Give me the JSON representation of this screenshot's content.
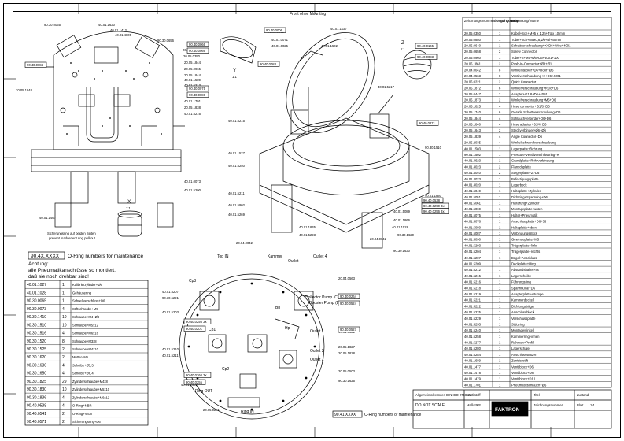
{
  "sheet": {
    "top_center_note": "Front ohne Mounting",
    "note_box_label": "90.4X.XXXX",
    "note_box_text": "O-Ring numbers for maintenance",
    "note_de": "Achtung:",
    "note_de_line2": "alle Pneumatikanschlüsse  so montiert,",
    "note_de_line3": "daß sie noch drehbar sind!",
    "bottom_note_label": "90.41.XXXX",
    "bottom_note_text": "O-Ring numbers of maintenance",
    "safety_caption_1": "Sicherungsring auf beiden Seiten",
    "safety_caption_2": "prevent inadvertent ring pull-out",
    "view_x_label": "X",
    "view_x_scale": "1:1",
    "view_y_label": "Y",
    "view_y_scale": "1:1",
    "view_z_label": "Z",
    "view_z_scale": "1:1",
    "pump_title": "Collector Pump (Cp1 Cp2 Cp3)",
    "pump_subtitle": "Booster Pump (Bp)"
  },
  "table_right": {
    "header_col1": "Zeichnungs-nummer/ Drawingnumber",
    "header_col2": "Menge/ Quantity",
    "header_col3": "Benennung/ Name",
    "rows": [
      [
        "20.05.0350",
        "1",
        "Kabel+Sch+M+5 x 1,25+Tü x 10 mm"
      ],
      [
        "20.05.0880",
        "1",
        "Tubel+Sch+M5x0,8,Ø6+Bl+40mm"
      ],
      [
        "20.05.0640",
        "1",
        "Schottverschraubung+X+D6+Wire+4001"
      ],
      [
        "20.05.0658",
        "2",
        "Screw Connector"
      ],
      [
        "20.05.0960",
        "1",
        "Tubel+S+M5+Ø6+D6+4001+100"
      ],
      [
        "20.05.1861",
        "2",
        "Push-In-Connector+Ø6+Ø1"
      ],
      [
        "20.04.0042",
        "8",
        "Winkelstecker+D6+Rohr+Ø6"
      ],
      [
        "20.04.0563",
        "8",
        "Ventilverschraubung+X+D6+4001"
      ],
      [
        "20.05.0221",
        "2",
        "Quick Connector"
      ],
      [
        "20.05.1872",
        "6",
        "Winkelverschraubung+R1/8+D6"
      ],
      [
        "20.05.0447",
        "2",
        "Adapter+G1/8+D6+4001"
      ],
      [
        "20.05.1873",
        "2",
        "Winkelverschraubung+M5+D6"
      ],
      [
        "20.05.1825",
        "4",
        "Hose connector+G1/8+D6"
      ],
      [
        "20.05.1740",
        "6",
        "Gerade Schottverschraubung+D6"
      ],
      [
        "20.05.1844",
        "4",
        "Schlauchverbinder+D6+D6"
      ],
      [
        "20.05.1840",
        "4",
        "Hose adapter+G1/4+D6"
      ],
      [
        "20.05.1643",
        "2",
        "Steckverbinder+Ø6+Ø6"
      ],
      [
        "20.05.1839",
        "4",
        "Angle Connector+D6"
      ],
      [
        "20.05.2035",
        "4",
        "Winkelschwenkverschraubung"
      ],
      [
        "40.01.1503",
        "1",
        "Lagerplatte+Bohrung"
      ],
      [
        "90.01.1502",
        "1",
        "Pressure-Ventilverschlussring+R"
      ],
      [
        "40.01.4623",
        "1",
        "Grundplatte+Rohrverbindung"
      ],
      [
        "40.01.4023",
        "2",
        "Flanschplatte"
      ],
      [
        "40.01.4040",
        "2",
        "Stegerplatte+Z+D6"
      ],
      [
        "40.01.4023",
        "1",
        "Befestigungsplatte"
      ],
      [
        "40.01.4020",
        "1",
        "Lagerbock"
      ],
      [
        "40.01.5049",
        "1",
        "Halteplatte+Zylinder"
      ],
      [
        "40.01.5051",
        "1",
        "Dichtring+Spannring+D6"
      ],
      [
        "40.01.5061",
        "1",
        "Halterung+Zylinder"
      ],
      [
        "40.01.5069",
        "1",
        "Montageplatte+unten"
      ],
      [
        "40.01.5075",
        "1",
        "Halter+Pneumatik"
      ],
      [
        "40.01.5078",
        "1",
        "Anschlussplatte+D6+36"
      ],
      [
        "40.01.5080",
        "1",
        "Halteplatte+oben"
      ],
      [
        "40.01.5087",
        "1",
        "Verbindungsstück"
      ],
      [
        "40.01.5090",
        "1",
        "Gewindeplatte+M5"
      ],
      [
        "40.01.5203",
        "1",
        "Trägerplatte+links"
      ],
      [
        "40.01.5204",
        "1",
        "Trägerplatte+rechts"
      ],
      [
        "40.01.5207",
        "1",
        "Bügel+Anschluss"
      ],
      [
        "40.01.5209",
        "1",
        "Deckplatte+Ring"
      ],
      [
        "40.01.5212",
        "1",
        "Abstandshalter+4x"
      ],
      [
        "40.01.5215",
        "1",
        "Lagerscheibe"
      ],
      [
        "40.01.5216",
        "1",
        "Führungsring"
      ],
      [
        "40.01.5218",
        "1",
        "Spannhülse+D6"
      ],
      [
        "40.01.5219",
        "1",
        "Adapterplatte+Pumpe"
      ],
      [
        "40.01.5221",
        "1",
        "Kammerdeckel"
      ],
      [
        "40.01.5222",
        "1",
        "Dichtungsträger"
      ],
      [
        "40.01.5225",
        "1",
        "Anschlussblock"
      ],
      [
        "40.01.5229",
        "1",
        "Verschlussplatte"
      ],
      [
        "40.01.5233",
        "1",
        "Stützring"
      ],
      [
        "40.01.5240",
        "1",
        "Montagewinkel"
      ],
      [
        "40.01.5258",
        "1",
        "Kammerring+innen"
      ],
      [
        "40.01.5277",
        "1",
        "Rahmen+Profil"
      ],
      [
        "40.01.5280",
        "1",
        "Lagerschale"
      ],
      [
        "40.01.5284",
        "1",
        "Anschlussstutzen"
      ],
      [
        "40.01.1689",
        "1",
        "Zentrierstift"
      ],
      [
        "40.01.1477",
        "1",
        "Ventilblock+D6"
      ],
      [
        "40.01.1478",
        "1",
        "Ventilblock+D8"
      ],
      [
        "40.01.1479",
        "1",
        "Ventilblock+D10"
      ],
      [
        "40.01.1701",
        "1",
        "Pneumatikschlauch+Ø6"
      ]
    ]
  },
  "table_left": {
    "rows": [
      [
        "40.01.1027",
        "1",
        "Kalibrierzylinder+Ø6"
      ],
      [
        "40.01.1028",
        "1",
        "Gehäusering"
      ],
      [
        "90.30.0065",
        "1",
        "Schnellverschluss+D6"
      ],
      [
        "90.30.0073",
        "4",
        "Stiftschraube+M5"
      ],
      [
        "90.30.1410",
        "10",
        "Schraube+M4+Ø8"
      ],
      [
        "90.30.1510",
        "10",
        "Schraube+M5x12"
      ],
      [
        "90.30.1516",
        "4",
        "Schraube+M6x16"
      ],
      [
        "90.30.1520",
        "8",
        "Schraube+M3x8"
      ],
      [
        "90.30.1525",
        "2",
        "Schraube+M4x10"
      ],
      [
        "90.30.1620",
        "2",
        "Mutter+M5"
      ],
      [
        "90.30.1630",
        "4",
        "Scheibe+Ø5,3"
      ],
      [
        "90.30.1650",
        "4",
        "Scheibe+Ø6,4"
      ],
      [
        "90.30.1825",
        "29",
        "Zylinderschraube+M4x8"
      ],
      [
        "90.30.1830",
        "10",
        "Zylinderschraube+M5x10"
      ],
      [
        "90.30.1836",
        "4",
        "Zylinderschraube+M6x12"
      ],
      [
        "90.40.0538",
        "4",
        "O-Ring+NBR"
      ],
      [
        "90.40.0541",
        "2",
        "O-Ring+Viton"
      ],
      [
        "90.40.0571",
        "2",
        "Sicherungsring+D6"
      ]
    ]
  },
  "title_block": {
    "company": "FAKTRON",
    "no_scale": "DO NOT SCALE",
    "sheet_label": "Blatt",
    "sheet_value": "1/1",
    "title_label": "Titel",
    "drawing_label": "Zeichnungsnummer",
    "state_label": "Zustand",
    "tolerance_note": "Allgemeintoleranzen DIN ISO 2768-mK",
    "material_label": "Werkstoff",
    "scale_label": "Maßstab",
    "scale_value": "1:2"
  },
  "callouts": [
    {
      "id": "c1",
      "text": "90.30.0065"
    },
    {
      "id": "c2",
      "text": "40.01.1630"
    },
    {
      "id": "c3",
      "text": "40.01.1412"
    },
    {
      "id": "c4",
      "text": "40.01.4805"
    },
    {
      "id": "c5",
      "text": "90.30.0656"
    },
    {
      "id": "c6",
      "text": "20.05.1860"
    },
    {
      "id": "c7",
      "text": "20.05.0350"
    },
    {
      "id": "c8",
      "text": "20.05.1844"
    },
    {
      "id": "c9",
      "text": "20.05.0965"
    },
    {
      "id": "c10",
      "text": "20.05.1844"
    },
    {
      "id": "c11",
      "text": "40.01.1589"
    },
    {
      "id": "c12",
      "text": "40.01.5213"
    },
    {
      "id": "c13",
      "text": "40.01.1701"
    },
    {
      "id": "c14",
      "text": "20.05.1838"
    },
    {
      "id": "c15",
      "text": "40.01.5216"
    },
    {
      "id": "c16",
      "text": "20.05.1848"
    },
    {
      "id": "c17",
      "text": "40.01.0073"
    },
    {
      "id": "c18",
      "text": "40.01.5200"
    },
    {
      "id": "c19",
      "text": "40.01.1467"
    },
    {
      "id": "c20",
      "text": "40.01.0065"
    },
    {
      "id": "c21",
      "text": "40.01.0071"
    },
    {
      "id": "c22",
      "text": "40.01.0025"
    },
    {
      "id": "c23",
      "text": "40.01.1027"
    },
    {
      "id": "c24",
      "text": "40.01.1502"
    },
    {
      "id": "c25",
      "text": "40.01.5217"
    },
    {
      "id": "c26",
      "text": "40.01.5215"
    },
    {
      "id": "c27",
      "text": "40.01.1478"
    },
    {
      "id": "c28",
      "text": "90.30.1510"
    },
    {
      "id": "c29",
      "text": "40.01.1527"
    },
    {
      "id": "c30",
      "text": "40.01.5250"
    },
    {
      "id": "c31",
      "text": "40.01.5211"
    },
    {
      "id": "c32",
      "text": "40.01.5902"
    },
    {
      "id": "c33",
      "text": "40.01.5269"
    },
    {
      "id": "c34",
      "text": "20.04.0042"
    },
    {
      "id": "c35",
      "text": "40.01.1835"
    },
    {
      "id": "c36",
      "text": "40.01.5223"
    },
    {
      "id": "c37",
      "text": "40.01.1830"
    },
    {
      "id": "c38",
      "text": "40.01.5089"
    },
    {
      "id": "c39",
      "text": "40.01.1866"
    },
    {
      "id": "c40",
      "text": "20.04.0042"
    },
    {
      "id": "c41",
      "text": "40.01.1528"
    },
    {
      "id": "c42",
      "text": "90.30.1620"
    },
    {
      "id": "c43",
      "text": "90.30.1630"
    },
    {
      "id": "c44",
      "text": "40.01.5207"
    },
    {
      "id": "c45",
      "text": "90.30.5221"
    },
    {
      "id": "c46",
      "text": "40.01.5203"
    },
    {
      "id": "c47",
      "text": "40.01.5210"
    },
    {
      "id": "c48",
      "text": "40.01.5211"
    },
    {
      "id": "c49",
      "text": "20.04.0563"
    },
    {
      "id": "c50",
      "text": "40.01.0521"
    },
    {
      "id": "c51",
      "text": "20.05.1827"
    },
    {
      "id": "c52",
      "text": "20.05.1828"
    },
    {
      "id": "c53",
      "text": "20.05.0503"
    },
    {
      "id": "c54",
      "text": "90.30.1625"
    },
    {
      "id": "c55",
      "text": "20.05.0231"
    },
    {
      "id": "c56",
      "text": "40.01.1902"
    }
  ],
  "boxed_ids": [
    {
      "id": "b1",
      "text": "90.40.0084"
    },
    {
      "id": "b2",
      "text": "90.40.0006"
    },
    {
      "id": "b3",
      "text": "90.40.0066"
    },
    {
      "id": "b4",
      "text": "90.40.0066"
    },
    {
      "id": "b5",
      "text": "90.40.0083"
    },
    {
      "id": "b6",
      "text": "90.40.0165"
    },
    {
      "id": "b7",
      "text": "90.40.0083"
    },
    {
      "id": "b8",
      "text": "90.40.0075"
    },
    {
      "id": "b9",
      "text": "90.40.0086"
    },
    {
      "id": "b10",
      "text": "90.40.0271"
    },
    {
      "id": "b11",
      "text": "90.40.0538"
    },
    {
      "id": "b12",
      "text": "90.40.0256 3x"
    },
    {
      "id": "b13",
      "text": "90.40.0201"
    },
    {
      "id": "b14",
      "text": "90.40.0260 3x"
    },
    {
      "id": "b15",
      "text": "90.40.0255"
    },
    {
      "id": "b16",
      "text": "90.40.0527"
    },
    {
      "id": "b17",
      "text": "90.40.0290 3x"
    },
    {
      "id": "b18",
      "text": "90.40.0256 3x"
    },
    {
      "id": "b19",
      "text": "90.40.0264"
    },
    {
      "id": "b20",
      "text": "90.40.0524"
    }
  ],
  "pump_labels": [
    {
      "id": "p1",
      "text": "Top IN"
    },
    {
      "id": "p2",
      "text": "Kammer"
    },
    {
      "id": "p3",
      "text": "Outlet"
    },
    {
      "id": "p4",
      "text": "Outlet 4"
    },
    {
      "id": "p5",
      "text": "Cp3"
    },
    {
      "id": "p6",
      "text": "Cp1"
    },
    {
      "id": "p7",
      "text": "Cp2"
    },
    {
      "id": "p8",
      "text": "Bp"
    },
    {
      "id": "p9",
      "text": "Hp"
    },
    {
      "id": "p10",
      "text": "Outlet 1"
    },
    {
      "id": "p11",
      "text": "Outlet 3"
    },
    {
      "id": "p12",
      "text": "Outlet 2"
    },
    {
      "id": "p13",
      "text": "Ring OUT"
    },
    {
      "id": "p14",
      "text": "Ring IN"
    }
  ]
}
